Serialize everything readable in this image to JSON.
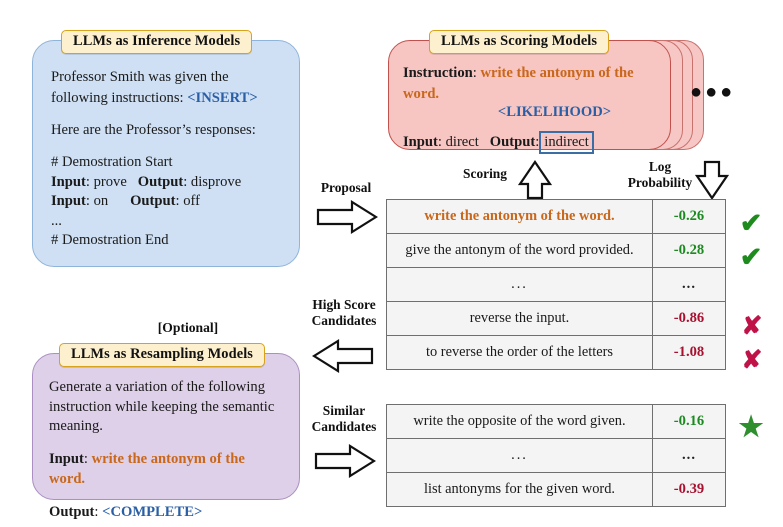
{
  "figure": {
    "optional_label": "[Optional]"
  },
  "inference_card": {
    "title": "LLMs as Inference Models",
    "line1": "Professor Smith was given the",
    "line2_prefix": "following instructions: ",
    "line2_placeholder": "<INSERT>",
    "line3": "Here are the Professor’s responses:",
    "demo_start": "# Demostration Start",
    "demo_rows": [
      {
        "input_label": "Input",
        "input_value": "prove",
        "output_label": "Output",
        "output_value": "disprove"
      },
      {
        "input_label": "Input",
        "input_value": "on",
        "output_label": "Output",
        "output_value": "off"
      }
    ],
    "ellipsis": "...",
    "demo_end": "# Demostration End"
  },
  "scoring_card": {
    "title": "LLMs as Scoring Models",
    "instruction_label": "Instruction",
    "instruction_value": "write the antonym of the word.",
    "likelihood_placeholder": "<LIKELIHOOD>",
    "input_label": "Input",
    "input_value": "direct",
    "output_label": "Output",
    "output_value": "indirect",
    "stack_dots": "●●●"
  },
  "resampling_card": {
    "title": "LLMs as Resampling Models",
    "line1": "Generate a variation of the following",
    "line2": "instruction while keeping the semantic",
    "line3": "meaning.",
    "input_label": "Input",
    "input_value": "write the antonym of the word.",
    "output_label": "Output",
    "output_placeholder": "<COMPLETE>"
  },
  "flow": {
    "proposal": "Proposal",
    "scoring": "Scoring",
    "log_probability_line1": "Log",
    "log_probability_line2": "Probability",
    "high_score_line1": "High Score",
    "high_score_line2": "Candidates",
    "similar_line1": "Similar",
    "similar_line2": "Candidates"
  },
  "tables": {
    "top": {
      "rows": [
        {
          "text": "write the antonym of the word.",
          "score": "-0.26",
          "score_sign": "pos",
          "highlight": true,
          "mark": "check"
        },
        {
          "text": "give the antonym of the word provided.",
          "score": "-0.28",
          "score_sign": "pos",
          "highlight": false,
          "mark": "check"
        },
        {
          "text": "...",
          "score": "...",
          "score_sign": "ell",
          "highlight": false,
          "mark": ""
        },
        {
          "text": "reverse the input.",
          "score": "-0.86",
          "score_sign": "neg",
          "highlight": false,
          "mark": "cross"
        },
        {
          "text": "to reverse the order of the letters",
          "score": "-1.08",
          "score_sign": "neg",
          "highlight": false,
          "mark": "cross"
        }
      ]
    },
    "bottom": {
      "rows": [
        {
          "text": "write the opposite of the word given.",
          "score": "-0.16",
          "score_sign": "pos",
          "highlight": false,
          "mark": "star"
        },
        {
          "text": "...",
          "score": "...",
          "score_sign": "ell",
          "highlight": false,
          "mark": ""
        },
        {
          "text": "list antonyms for the given word.",
          "score": "-0.39",
          "score_sign": "neg",
          "highlight": false,
          "mark": ""
        }
      ]
    }
  },
  "colors": {
    "inference_bg": "#cfe0f4",
    "scoring_bg": "#f7c5c2",
    "resampling_bg": "#ded0e8",
    "ribbon_bg": "#fdf0cf",
    "ribbon_border": "#d8a21a",
    "highlight_orange": "#c9671a",
    "placeholder_blue": "#2a5fa5",
    "score_positive": "#1b8a20",
    "score_negative": "#a81030",
    "check_green": "#1f8b1f",
    "cross_magenta": "#bf1248",
    "star_green": "#2f8f2f",
    "table_bg": "#f4f4f4",
    "table_border": "#6f6f6f"
  }
}
